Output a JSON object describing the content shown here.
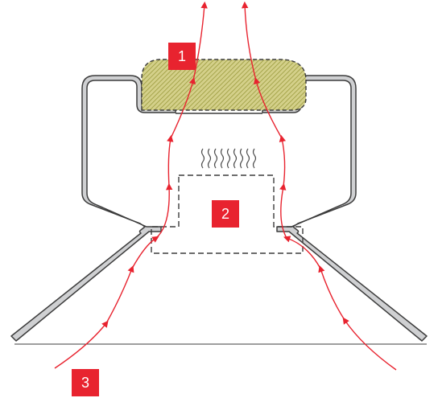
{
  "labels": {
    "one": "1",
    "two": "2",
    "three": "3"
  },
  "colors": {
    "accent": "#e8232f",
    "housing_fill": "#cfd0d2",
    "housing_stroke": "#3c3c3c",
    "filter_fill": "#d4d08a",
    "filter_hatch": "#9a9a3c"
  },
  "icons": [
    "heat-waves-icon",
    "airflow-arrow-icon"
  ]
}
